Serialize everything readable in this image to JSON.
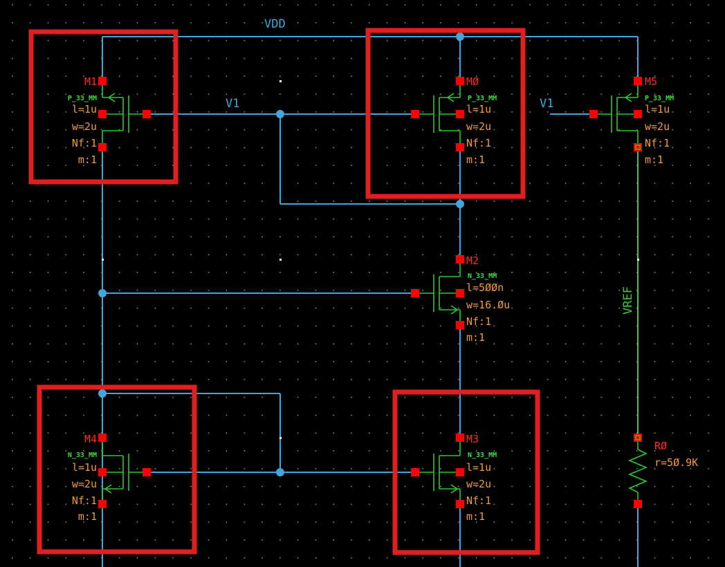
{
  "colors": {
    "background": "#000000",
    "wire": "#41a6dc",
    "pin": "#ff0000",
    "device": "#29cc29",
    "instance_name": "#ff2a1f",
    "params": "#f29a3a",
    "highlight_box": "#e02020"
  },
  "nets": {
    "vdd": "VDD",
    "v1_left": "V1",
    "v1_right": "V1",
    "vref": "VREF"
  },
  "devices": {
    "m1": {
      "name": "M1",
      "model": "P_33_MM",
      "l": "l=1u",
      "w": "w=2u",
      "nf": "Nf:1",
      "m": "m:1"
    },
    "m0": {
      "name": "MØ",
      "model": "P_33_MM",
      "l": "l=1u",
      "w": "w=2u",
      "nf": "Nf:1",
      "m": "m:1"
    },
    "m5": {
      "name": "M5",
      "model": "P_33_MM",
      "l": "l=1u",
      "w": "w=2u",
      "nf": "Nf:1",
      "m": "m:1"
    },
    "m2": {
      "name": "M2",
      "model": "N_33_MM",
      "l": "l=5ØØn",
      "w": "w=16.Øu",
      "nf": "Nf:1",
      "m": "m:1"
    },
    "m4": {
      "name": "M4",
      "model": "N_33_MM",
      "l": "l=1u",
      "w": "w=2u",
      "nf": "Nf:1",
      "m": "m:1"
    },
    "m3": {
      "name": "M3",
      "model": "N_33_MM",
      "l": "l=1u",
      "w": "w=2u",
      "nf": "Nf:1",
      "m": "m:1"
    },
    "r0": {
      "name": "RØ",
      "r": "r=5Ø.9K"
    }
  }
}
